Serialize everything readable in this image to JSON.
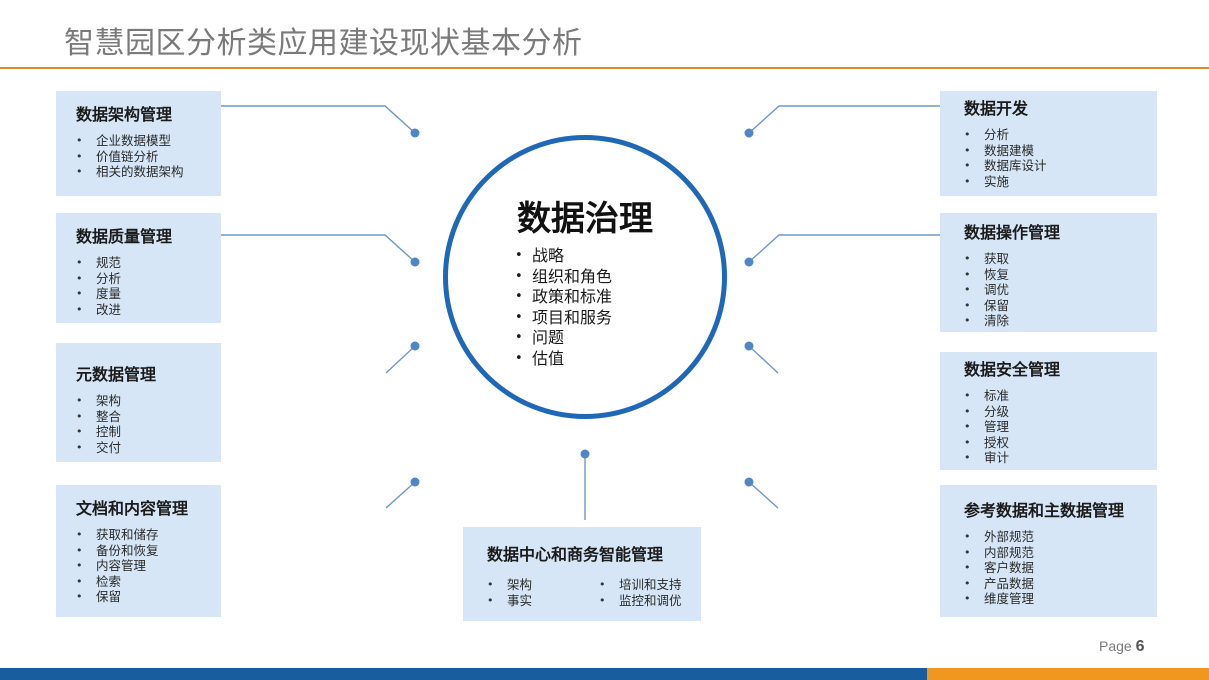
{
  "slide": {
    "title": "智慧园区分析类应用建设现状基本分析",
    "page_label": "Page",
    "page_number": "6"
  },
  "colors": {
    "accent_orange": "#e08a2a",
    "card_bg": "#d6e6f7",
    "circle_stroke": "#1f68b8",
    "connector": "#6f97c9",
    "dot": "#4f86c6",
    "bar_blue": "#185d9e",
    "bar_orange": "#f1961e"
  },
  "center": {
    "title": "数据治理",
    "items": [
      "战略",
      "组织和角色",
      "政策和标准",
      "项目和服务",
      "问题",
      "估值"
    ]
  },
  "left_cards": [
    {
      "title": "数据架构管理",
      "items": [
        "企业数据模型",
        "价值链分析",
        "相关的数据架构"
      ]
    },
    {
      "title": "数据质量管理",
      "items": [
        "规范",
        "分析",
        "度量",
        "改进"
      ]
    },
    {
      "title": "元数据管理",
      "items": [
        "架构",
        "整合",
        "控制",
        "交付"
      ]
    },
    {
      "title": "文档和内容管理",
      "items": [
        "获取和储存",
        "备份和恢复",
        "内容管理",
        "检索",
        "保留"
      ]
    }
  ],
  "right_cards": [
    {
      "title": "数据开发",
      "items": [
        "分析",
        "数据建模",
        "数据库设计",
        "实施"
      ]
    },
    {
      "title": "数据操作管理",
      "items": [
        "获取",
        "恢复",
        "调优",
        "保留",
        "清除"
      ]
    },
    {
      "title": "数据安全管理",
      "items": [
        "标准",
        "分级",
        "管理",
        "授权",
        "审计"
      ]
    },
    {
      "title": "参考数据和主数据管理",
      "items": [
        "外部规范",
        "内部规范",
        "客户数据",
        "产品数据",
        "维度管理"
      ]
    }
  ],
  "bottom_card": {
    "title": "数据中心和商务智能管理",
    "col1": [
      "架构",
      "事实"
    ],
    "col2": [
      "培训和支持",
      "监控和调优"
    ]
  }
}
